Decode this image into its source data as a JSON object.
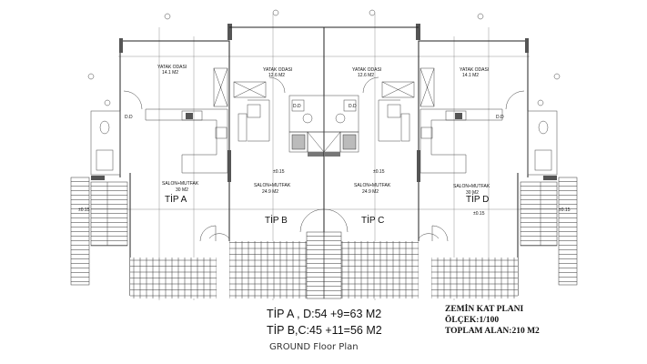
{
  "units": [
    {
      "name": "TİP A",
      "living_label": "SALON+MUTFAK",
      "living_area": "30 M2",
      "bedroom_label": "YATAK ODASI",
      "bedroom_area": "14.1 M2"
    },
    {
      "name": "TİP B",
      "living_label": "SALON+MUTFAK",
      "living_area": "24.9 M2",
      "bedroom_label": "YATAK ODASI",
      "bedroom_area": "12.6 M2"
    },
    {
      "name": "TİP C",
      "living_label": "SALON+MUTFAK",
      "living_area": "24.9 M2",
      "bedroom_label": "YATAK ODASI",
      "bedroom_area": "12.6 M2"
    },
    {
      "name": "TİP D",
      "living_label": "SALON+MUTFAK",
      "living_area": "30 M2",
      "bedroom_label": "YATAK ODASI",
      "bedroom_area": "14.1 M2"
    }
  ],
  "labels": {
    "storage": "D.D",
    "elevation": "±0.15"
  },
  "areas": {
    "line1": "TİP A , D:54 +9=63 M2",
    "line2": "TİP B,C:45 +11=56 M2"
  },
  "caption": "GROUND Floor Plan",
  "title_block": {
    "title": "ZEMİN KAT PLANI",
    "scale": "ÖLÇEK:1/100",
    "total": "TOPLAM ALAN:210 M2"
  }
}
